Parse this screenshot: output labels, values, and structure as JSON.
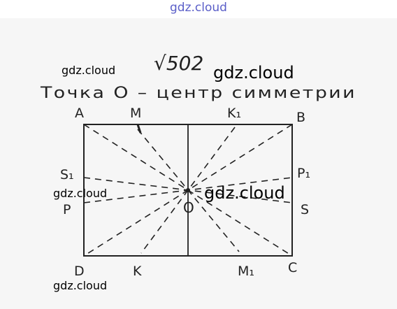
{
  "site": {
    "header": "gdz.cloud"
  },
  "watermarks": {
    "w1": "gdz.cloud",
    "w2": "gdz.cloud",
    "w3": "gdz.cloud",
    "w4": "gdz.cloud",
    "w5": "gdz.cloud"
  },
  "problem": {
    "number": "√502",
    "statement": "Точка O – центр симметрии"
  },
  "figure": {
    "labels": {
      "A": "A",
      "M": "M",
      "K1": "K₁",
      "B": "B",
      "S1": "S₁",
      "P1": "P₁",
      "P": "P",
      "S": "S",
      "O": "O",
      "D": "D",
      "K": "K",
      "M1": "M₁",
      "C": "C"
    }
  },
  "colors": {
    "ink": "#222222",
    "paper": "#f6f6f6",
    "header": "#5a5ec8",
    "watermark": "#000000"
  }
}
